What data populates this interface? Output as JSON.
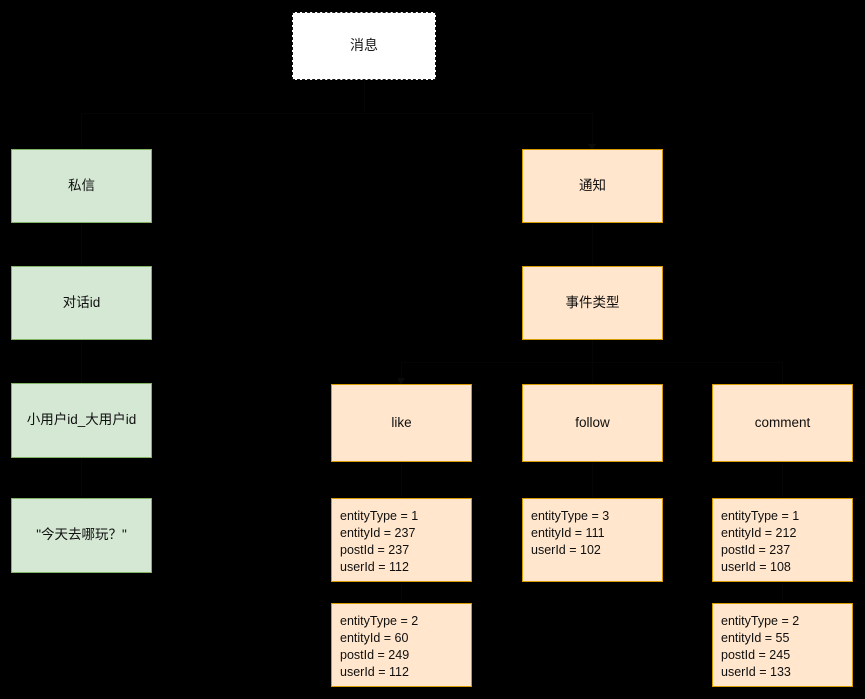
{
  "diagram": {
    "title": "消息",
    "background_color": "#000000",
    "palette": {
      "root_fill": "#ffffff",
      "root_stroke": "#141414",
      "green_fill": "#d5e8d4",
      "green_stroke": "#82b366",
      "orange_fill": "#ffe6cc",
      "orange_stroke": "#d79b00",
      "text": "#111111"
    },
    "root": {
      "label": "消息"
    },
    "left_branch": {
      "nodes": [
        {
          "label": "私信"
        },
        {
          "label": "对话id"
        },
        {
          "label": "小用户id_大用户id"
        },
        {
          "label": "\"今天去哪玩？\""
        }
      ]
    },
    "right_branch": {
      "nodes": [
        {
          "label": "通知"
        },
        {
          "label": "事件类型"
        }
      ]
    },
    "event_types": [
      {
        "label": "like"
      },
      {
        "label": "follow"
      },
      {
        "label": "comment"
      }
    ],
    "payloads": {
      "like": [
        {
          "lines": "entityType = 1\nentityId = 237\npostId = 237\nuserId = 112",
          "entityType": "1",
          "entityId": "237",
          "postId": "237",
          "userId": "112"
        },
        {
          "lines": "entityType = 2\nentityId = 60\npostId = 249\nuserId = 112",
          "entityType": "2",
          "entityId": "60",
          "postId": "249",
          "userId": "112"
        }
      ],
      "follow": [
        {
          "lines": "entityType = 3\nentityId = 111\nuserId = 102",
          "entityType": "3",
          "entityId": "111",
          "userId": "102"
        }
      ],
      "comment": [
        {
          "lines": "entityType = 1\nentityId = 212\npostId = 237\nuserId = 108",
          "entityType": "1",
          "entityId": "212",
          "postId": "237",
          "userId": "108"
        },
        {
          "lines": "entityType = 2\nentityId = 55\npostId = 245\nuserId = 133",
          "entityType": "2",
          "entityId": "55",
          "postId": "245",
          "userId": "133"
        }
      ]
    }
  }
}
